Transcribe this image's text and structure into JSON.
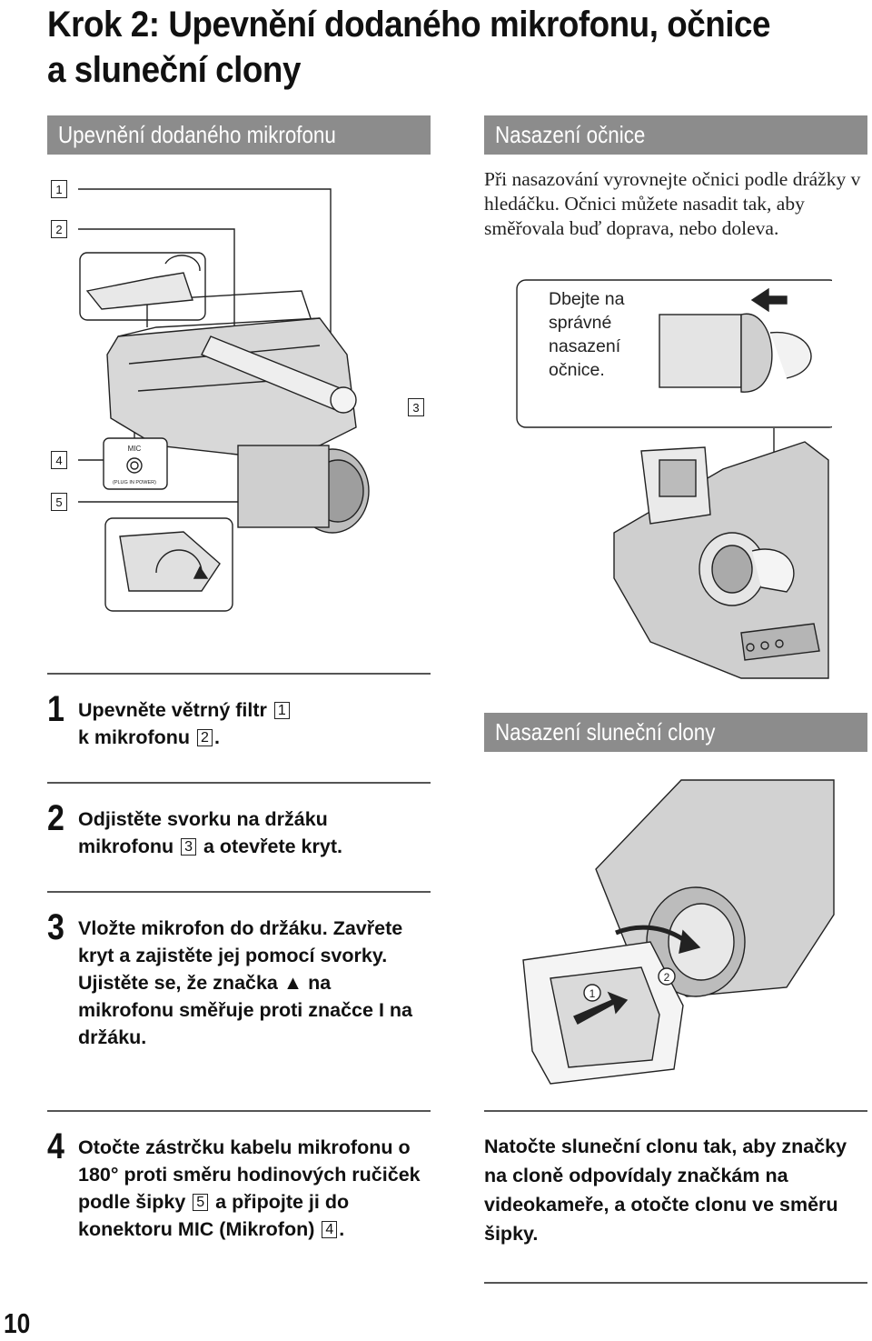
{
  "page": {
    "title_line1": "Krok 2: Upevnění dodaného mikrofonu, očnice",
    "title_line2": "a sluneční clony",
    "page_number": "10"
  },
  "left_section": {
    "heading": "Upevnění dodaného mikrofonu",
    "callouts": [
      "1",
      "2",
      "3",
      "4",
      "5"
    ],
    "mic_label": "MIC",
    "mic_sublabel": "(PLUG IN POWER)"
  },
  "eyecup_section": {
    "heading": "Nasazení očnice",
    "intro": "Při nasazování vyrovnejte očnici podle drážky v hledáčku. Očnici můžete nasadit tak, aby směřovala buď doprava, nebo doleva.",
    "note": "Dbejte na správné nasazení očnice."
  },
  "hood_section": {
    "heading": "Nasazení sluneční clony",
    "marks": [
      "1",
      "2"
    ],
    "instruction": "Natočte sluneční clonu tak, aby značky na cloně odpovídaly značkám na videokameře, a otočte clonu ve směru šipky."
  },
  "steps": [
    {
      "num": "1",
      "t1": "Upevněte větrný filtr",
      "r1": "1",
      "t2": "k mikrofonu",
      "r2": "2",
      "t3": "."
    },
    {
      "num": "2",
      "t1": "Odjistěte svorku na držáku mikrofonu",
      "r1": "3",
      "t2": "a otevřete kryt."
    },
    {
      "num": "3",
      "text": "Vložte mikrofon do držáku. Zavřete kryt a zajistěte jej pomocí svorky. Ujistěte se, že značka ▲ na mikrofonu směřuje proti značce I na držáku."
    },
    {
      "num": "4",
      "t1": "Otočte zástrčku kabelu mikrofonu o 180° proti směru hodinových ručiček podle šipky",
      "r1": "5",
      "t2": "a připojte ji do konektoru MIC (Mikrofon)",
      "r2": "4",
      "t3": "."
    }
  ]
}
